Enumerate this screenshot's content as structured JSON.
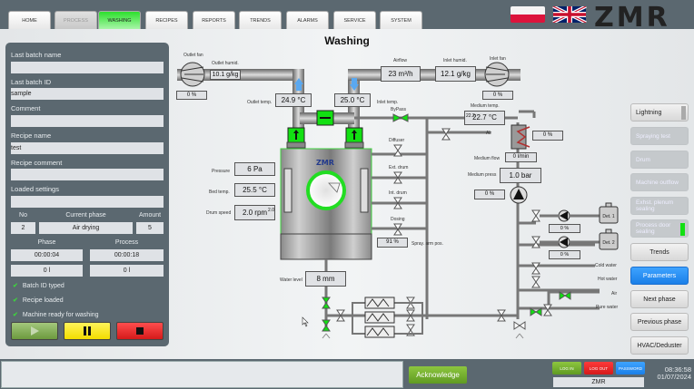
{
  "nav": {
    "tabs": [
      {
        "label": "HOME",
        "state": "normal"
      },
      {
        "label": "PROCESS",
        "state": "disabled"
      },
      {
        "label": "WASHING",
        "state": "active"
      },
      {
        "label": "RECIPES",
        "state": "normal"
      },
      {
        "label": "REPORTS",
        "state": "normal"
      },
      {
        "label": "TRENDS",
        "state": "normal"
      },
      {
        "label": "ALARMS",
        "state": "normal"
      },
      {
        "label": "SERVICE",
        "state": "normal"
      },
      {
        "label": "SYSTEM",
        "state": "normal"
      }
    ],
    "logo": "ZMR"
  },
  "page": {
    "title": "Washing"
  },
  "batch": {
    "last_batch_name_label": "Last batch name",
    "last_batch_name": "",
    "last_batch_id_label": "Last batch ID",
    "last_batch_id": "sample",
    "comment_label": "Comment",
    "comment": "",
    "recipe_name_label": "Recipe name",
    "recipe_name": "test",
    "recipe_comment_label": "Recipe comment",
    "recipe_comment": "",
    "loaded_settings_label": "Loaded settings",
    "loaded_settings": "",
    "no_label": "No",
    "no": "2",
    "current_phase_label": "Current phase",
    "current_phase": "Air drying",
    "amount_label": "Amount",
    "amount": "5",
    "phase_label": "Phase",
    "process_label": "Process",
    "phase_time": "00:00:04",
    "process_time": "00:00:18",
    "phase_volume": "0 l",
    "process_volume": "0 l",
    "checks": [
      "Batch ID typed",
      "Recipe loaded",
      "Machine ready for washing"
    ]
  },
  "process": {
    "outlet_fan_label": "Outlet fan",
    "outlet_fan": "0 %",
    "outlet_humid_label": "Outlet humid.",
    "outlet_humid": "10.1 g/kg",
    "outlet_temp_label": "Outlet temp.",
    "outlet_temp": "24.9 °C",
    "inlet_temp_label": "Inlet temp.",
    "inlet_temp": "25.0 °C",
    "airflow_label": "Airflow",
    "airflow": "23 m³/h",
    "inlet_humid_label": "Inlet humid.",
    "inlet_humid": "12.1 g/kg",
    "inlet_fan_label": "Inlet fan",
    "inlet_fan": "0 %",
    "bypass_label": "ByPass",
    "medium_temp_label": "Medium temp.",
    "medium_temp": "22.7 °C",
    "medium_temp_setpoint": "22.2",
    "air_label": "Air",
    "heater_output": "0 %",
    "diffuser_label": "Diffuser",
    "ext_drum_label": "Ext. drum",
    "int_drum_label": "Int. drum",
    "dosing_label": "Dosing",
    "spray_arm_label": "Spray. arm pos.",
    "spray_arm": "91 %",
    "medium_flow_label": "Medium flow",
    "medium_flow": "0 l/min",
    "medium_press_label": "Medium press",
    "medium_press": "1.0 bar",
    "pump_output": "0 %",
    "pressure_label": "Pressure",
    "pressure": "6 Pa",
    "bed_temp_label": "Bed temp.",
    "bed_temp": "25.5 °C",
    "drum_speed_label": "Drum speed",
    "drum_speed": "2.0 rpm",
    "drum_speed_setpoint": "2.0",
    "drum_logo": "ZMR",
    "det1_label": "Det. 1",
    "det1_pump": "0 %",
    "det2_label": "Det. 2",
    "det2_pump": "0 %",
    "cold_water_label": "Cold water",
    "hot_water_label": "Hot water",
    "air2_label": "Air",
    "pure_water_label": "Pure water",
    "water_level_label": "Water level",
    "water_level": "8 mm"
  },
  "side_buttons": {
    "lightning": "Lightning",
    "spraying_test": "Spraying test",
    "drum": "Drum",
    "machine_outflow": "Machine outflow",
    "exhst_plenum": "Exhst. plenum sealing",
    "process_door": "Process door sealing",
    "trends": "Trends",
    "parameters": "Parameters",
    "next_phase": "Next phase",
    "previous_phase": "Previous phase",
    "hvac": "HVAC/Deduster"
  },
  "footer": {
    "message": "",
    "acknowledge": "Acknowledge",
    "login": "LOG IN",
    "logout": "LOG OUT",
    "password": "PASSWORD",
    "user": "ZMR",
    "time": "08:36:58",
    "date": "01/07/2024"
  },
  "colors": {
    "active_green": "#2de02d",
    "panel": "#5b6870",
    "start_green": "#7dae4a",
    "pause_yellow": "#ffee00",
    "stop_red": "#e52222",
    "parameters_blue": "#2a90f5"
  }
}
